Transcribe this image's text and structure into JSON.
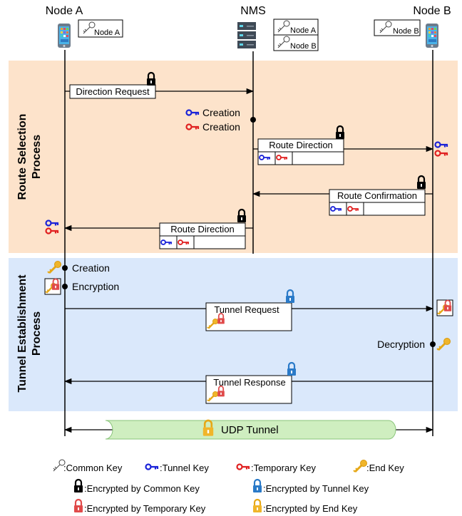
{
  "nodes": {
    "node_a": "Node A",
    "nms": "NMS",
    "node_b": "Node B"
  },
  "key_tags": {
    "node_a_key": "Node A",
    "nms_key_a": "Node A",
    "nms_key_b": "Node B",
    "node_b_key": "Node B"
  },
  "phases": {
    "route_selection": [
      "Route Selection",
      "Process"
    ],
    "tunnel_establishment": [
      "Tunnel Establishment",
      "Process"
    ]
  },
  "messages": {
    "direction_request": "Direction Request",
    "route_direction_b": "Route Direction",
    "route_confirmation": "Route Confirmation",
    "route_direction_a": "Route Direction",
    "tunnel_request": "Tunnel Request",
    "tunnel_response": "Tunnel Response",
    "udp_tunnel": "UDP Tunnel"
  },
  "events": {
    "nms_creation_1": "Creation",
    "nms_creation_2": "Creation",
    "a_creation": "Creation",
    "a_encryption": "Encryption",
    "b_decryption": "Decryption"
  },
  "legend": {
    "common_key": ":Common Key",
    "tunnel_key": ":Tunnel Key",
    "temporary_key": ":Temporary Key",
    "end_key": ":End Key",
    "enc_common": ":Encrypted by Common Key",
    "enc_tunnel": ":Encrypted by Tunnel Key",
    "enc_temporary": ":Encrypted by Temporary Key",
    "enc_end": ":Encrypted by End Key"
  },
  "colors": {
    "route_bg": "#fde3cb",
    "tunnel_bg": "#dae8fb",
    "tunnel_key": "#1a22d8",
    "temporary_key": "#e02020",
    "end_key": "#f0b52a",
    "lock_tunnel": "#2a7ac8",
    "lock_temporary": "#e04a4a",
    "lock_end": "#f0b52a",
    "udp_fill": "#cfeec0"
  }
}
